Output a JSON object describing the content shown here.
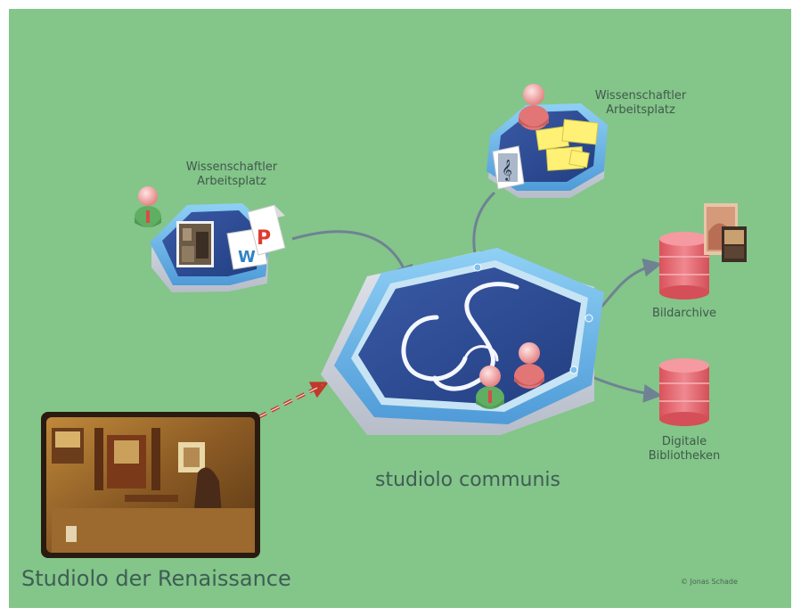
{
  "workstation_left": {
    "line1": "Wissenschaftler",
    "line2": "Arbeitsplatz"
  },
  "workstation_top": {
    "line1": "Wissenschaftler",
    "line2": "Arbeitsplatz"
  },
  "hub": {
    "label": "studiolo communis",
    "logo_letters": "CS"
  },
  "bildarchive": {
    "label": "Bildarchive"
  },
  "bibliotheken": {
    "line1": "Digitale",
    "line2": "Bibliotheken"
  },
  "renaissance": {
    "label": "Studiolo der Renaissance"
  },
  "copyright": "© Jonas Schade",
  "colors": {
    "background": "#84c58a",
    "hex_dark": "#2f4f93",
    "hex_light": "#6bb2e6",
    "hex_base": "#cfd4de",
    "database": "#e7646b",
    "arrow": "#6f8293",
    "dashed_arrow": "#c0392b"
  },
  "icons": [
    "person-icon",
    "database-icon",
    "document-icon",
    "note-icon",
    "music-note-icon",
    "painting-thumbnail"
  ]
}
